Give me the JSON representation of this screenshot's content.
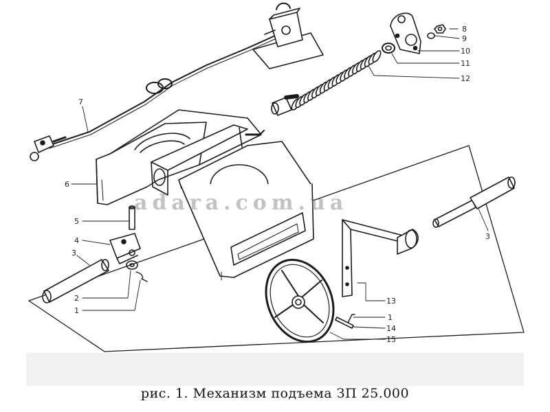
{
  "caption": "рис. 1.  Механизм подъема ЗП 25.000",
  "watermark": "adara.com.ua",
  "callouts": {
    "c1a": "1",
    "c1b": "1",
    "c2": "2",
    "c3a": "3",
    "c3b": "3",
    "c4": "4",
    "c5": "5",
    "c6": "6",
    "c7": "7",
    "c8": "8",
    "c9": "9",
    "c10": "10",
    "c11": "11",
    "c12": "12",
    "c13": "13",
    "c14": "14",
    "c15": "15"
  },
  "colors": {
    "ink": "#1a1a1a",
    "background": "#ffffff",
    "strip": "#f1f1f1"
  }
}
